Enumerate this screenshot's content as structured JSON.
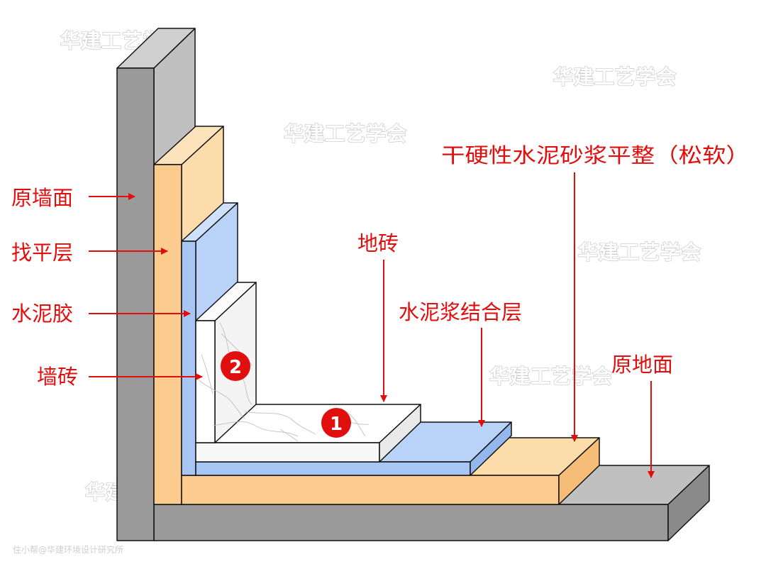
{
  "labels": {
    "wall_original": "原墙面",
    "leveling_layer": "找平层",
    "cement_glue": "水泥胶",
    "wall_tile": "墙砖",
    "floor_tile": "地砖",
    "cement_slurry_bond": "水泥浆结合层",
    "dry_mortar": "干硬性水泥砂浆平整（松软）",
    "floor_original": "原地面"
  },
  "badges": {
    "floor_tile_number": "1",
    "wall_tile_number": "2"
  },
  "watermark": "华建工艺学会",
  "credit": "住小帮@华建环境设计研究所",
  "colors": {
    "label": "#e10e0e",
    "concrete_front": "#9a9a9a",
    "concrete_top": "#c0c0c0",
    "leveling": "#fccb8e",
    "leveling_light": "#fbdcaa",
    "glue": "#a7c6f4",
    "glue_light": "#b9d2f7",
    "tile": "#ffffff",
    "badge": "#e10e0e"
  }
}
